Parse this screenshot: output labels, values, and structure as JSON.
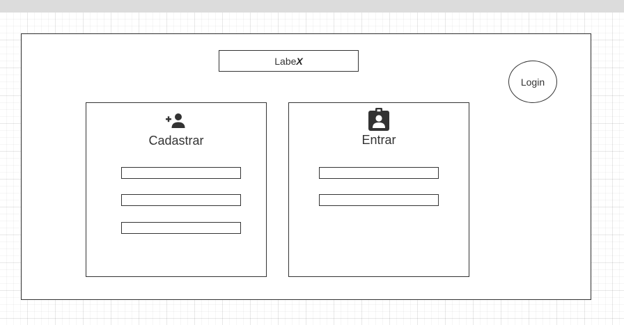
{
  "header": {
    "title_prefix": "Labe",
    "title_suffix": "X"
  },
  "login": {
    "label": "Login"
  },
  "signup_panel": {
    "title": "Cadastrar",
    "icon": "person-add-icon",
    "field_count": 3
  },
  "signin_panel": {
    "title": "Entrar",
    "icon": "badge-icon",
    "field_count": 2
  }
}
